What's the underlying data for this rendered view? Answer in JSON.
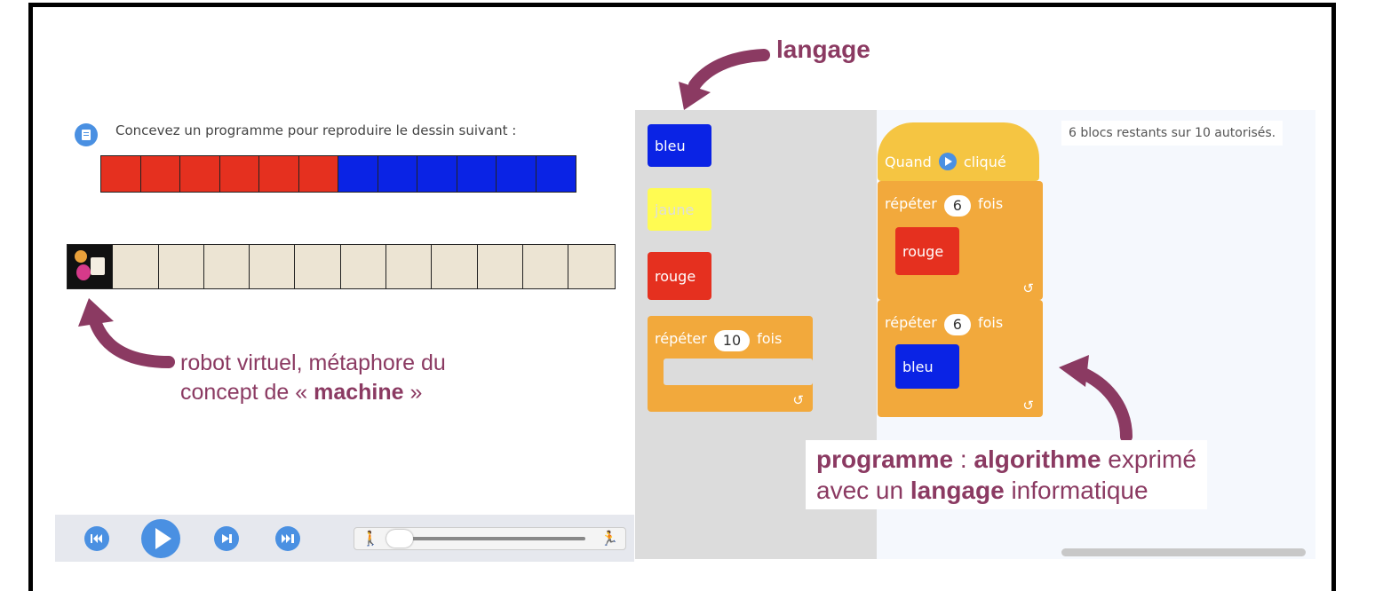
{
  "instruction": {
    "text": "Concevez un programme pour reproduire le dessin suivant :"
  },
  "target_pattern": [
    "#e5301f",
    "#e5301f",
    "#e5301f",
    "#e5301f",
    "#e5301f",
    "#e5301f",
    "#0a23e5",
    "#0a23e5",
    "#0a23e5",
    "#0a23e5",
    "#0a23e5",
    "#0a23e5"
  ],
  "grid": {
    "cells": 12,
    "cell_color": "#ece4d3"
  },
  "annotations": {
    "robot_line1": "robot virtuel, métaphore du",
    "robot_line2_pre": "concept de « ",
    "robot_line2_bold": "machine",
    "robot_line2_post": " »",
    "language": "langage",
    "program_bold1": "programme",
    "program_sep": " : ",
    "program_bold2": "algorithme",
    "program_rest1": " exprimé",
    "program_line2_pre": "avec un ",
    "program_bold3": "langage",
    "program_line2_post": " informatique",
    "color": "#8b3a62"
  },
  "palette": {
    "blocks": [
      {
        "label": "bleu",
        "color": "#0a23e5"
      },
      {
        "label": "jaune",
        "color": "#fffb52"
      },
      {
        "label": "rouge",
        "color": "#e5301f"
      }
    ],
    "repeat": {
      "label_pre": "répéter",
      "value": "10",
      "label_post": "fois"
    }
  },
  "workspace": {
    "remaining": "6 blocs restants sur 10 autorisés.",
    "start": {
      "label_pre": "Quand",
      "label_post": "cliqué"
    },
    "loops": [
      {
        "label_pre": "répéter",
        "value": "6",
        "label_post": "fois",
        "inner": "rouge"
      },
      {
        "label_pre": "répéter",
        "value": "6",
        "label_post": "fois",
        "inner": "bleu"
      }
    ]
  },
  "controls": {
    "icons": [
      "skip-back-icon",
      "play-icon",
      "step-icon",
      "fast-forward-icon"
    ],
    "speed_walker": "🚶",
    "speed_runner": "🏃",
    "speed_level": 0
  }
}
